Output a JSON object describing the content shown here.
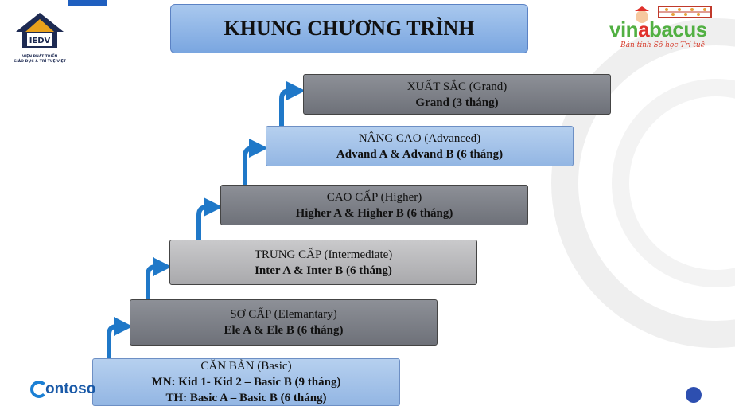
{
  "title": "KHUNG CHƯƠNG TRÌNH",
  "logo_left": {
    "badge": "IEDV",
    "caption_line1": "VIỆN PHÁT TRIỂN",
    "caption_line2": "GIÁO DỤC & TRÍ TUỆ VIỆT"
  },
  "logo_right": {
    "brand_a": "vin",
    "brand_b": "a",
    "brand_c": "bacus",
    "slogan": "Bản tính Số học Trí tuệ"
  },
  "logo_bottom": {
    "text": "ontoso"
  },
  "steps": [
    {
      "name": "CĂN BẢN (Basic)",
      "line1": "MN: Kid 1- Kid 2 – Basic B (9 tháng)",
      "line2": "TH: Basic A – Basic B (6 tháng)"
    },
    {
      "name": "SƠ CẤP (Elemantary)",
      "line1": "Ele A & Ele B (6 tháng)"
    },
    {
      "name": "TRUNG CẤP (Intermediate)",
      "line1": "Inter A & Inter B (6 tháng)"
    },
    {
      "name": "CAO CẤP (Higher)",
      "line1": "Higher A & Higher B (6 tháng)"
    },
    {
      "name": "NÂNG CAO (Advanced)",
      "line1": "Advand A & Advand B (6 tháng)"
    },
    {
      "name": "XUẤT SẮC (Grand)",
      "line1": "Grand  (3 tháng)"
    }
  ],
  "colors": {
    "arrow": "#1f78c8",
    "title_bg": "#8fb4e6",
    "brand_red": "#e0312c",
    "brand_green": "#52b043"
  }
}
